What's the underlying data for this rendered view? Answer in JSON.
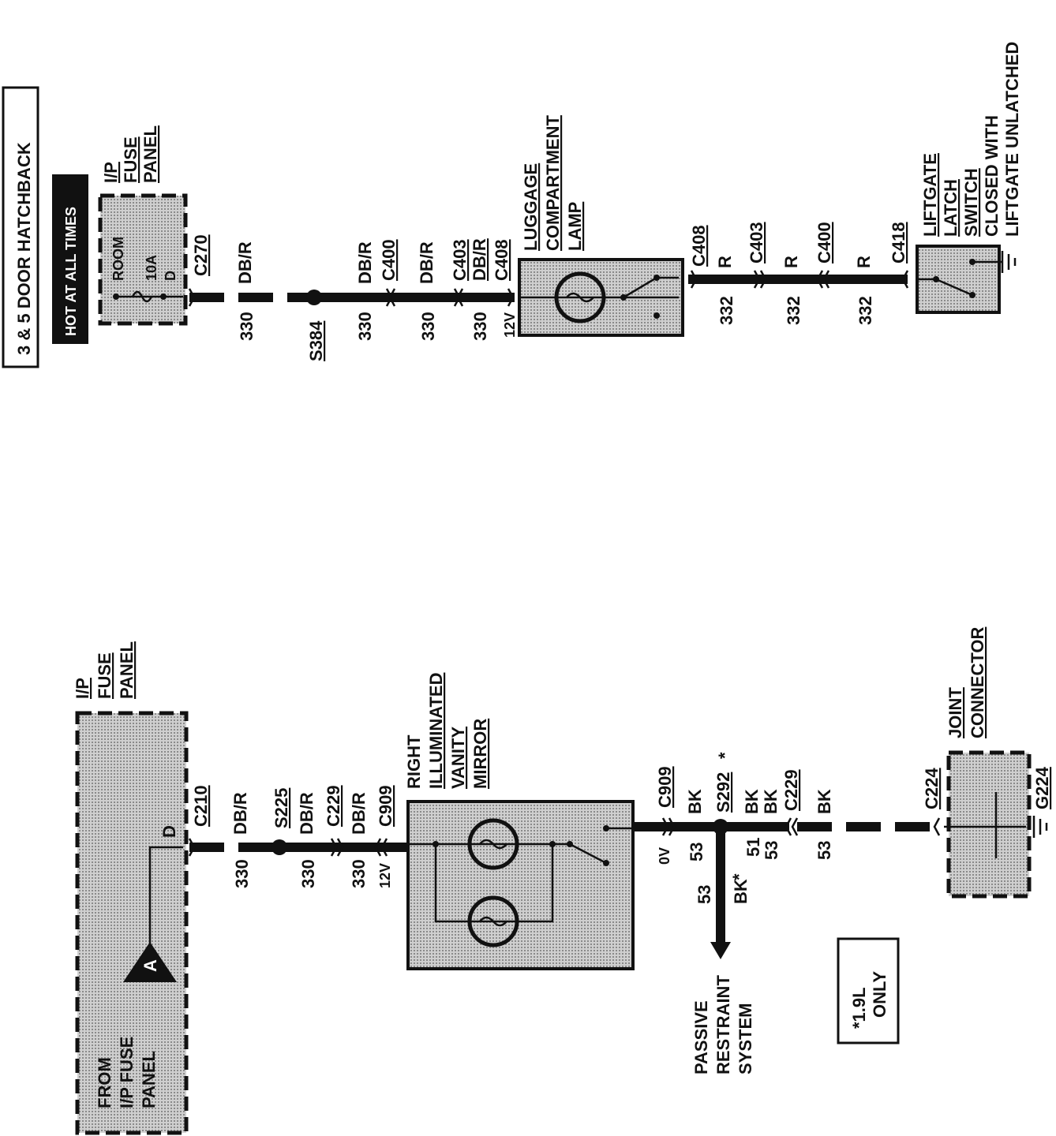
{
  "header": {
    "title": "3 & 5 DOOR HATCHBACK",
    "hot_label": "HOT AT ALL TIMES"
  },
  "top_circuit": {
    "fuse_panel": {
      "line1": "I/P",
      "line2": "FUSE",
      "line3": "PANEL",
      "fuse_name": "ROOM",
      "fuse_rating": "10A",
      "fuse_pin": "D"
    },
    "segments": [
      {
        "connector": "C270",
        "color": "DB/R",
        "circuit": "330"
      },
      {
        "splice": "S384",
        "color": "DB/R",
        "connector": "C400",
        "circuit": "330"
      },
      {
        "color": "DB/R",
        "connector": "C403",
        "circuit": "330"
      },
      {
        "color": "DB/R",
        "connector": "C408",
        "circuit": "330",
        "voltage": "12V"
      }
    ],
    "lamp": {
      "line1": "LUGGAGE",
      "line2": "COMPARTMENT",
      "line3": "LAMP"
    },
    "return_segments": [
      {
        "connector": "C408",
        "color": "R",
        "circuit": "332"
      },
      {
        "connector": "C403",
        "color": "R",
        "circuit": "332"
      },
      {
        "connector": "C400",
        "color": "R",
        "circuit": "332"
      },
      {
        "connector": "C418"
      }
    ],
    "switch": {
      "line1": "LIFTGATE",
      "line2": "LATCH",
      "line3": "SWITCH",
      "line4": "CLOSED WITH",
      "line5": "LIFTGATE UNLATCHED"
    }
  },
  "bottom_circuit": {
    "from_panel": {
      "line1": "FROM",
      "line2": "I/P FUSE",
      "line3": "PANEL",
      "ref": "A",
      "pin": "D"
    },
    "fuse_panel": {
      "line1": "I/P",
      "line2": "FUSE",
      "line3": "PANEL"
    },
    "segments": [
      {
        "connector": "C210",
        "color": "DB/R",
        "circuit": "330"
      },
      {
        "splice": "S225",
        "color": "DB/R",
        "circuit": "330"
      },
      {
        "connector": "C229",
        "color": "DB/R",
        "circuit": "330"
      },
      {
        "connector": "C909",
        "voltage": "12V"
      }
    ],
    "mirror": {
      "line1": "RIGHT",
      "line2": "ILLUMINATED",
      "line3": "VANITY",
      "line4": "MIRROR"
    },
    "ground_path": {
      "c909": "C909",
      "v0": "0V",
      "bk1": "BK",
      "c53a": "53",
      "splice": "S292",
      "star": "*",
      "bk2": "BK",
      "bk3": "BK",
      "c51": "51",
      "c53b": "53",
      "bkstar": "BK",
      "dot": "•",
      "c229": "C229",
      "bk4": "BK",
      "c53c": "53",
      "c224": "C224",
      "g224": "G224"
    },
    "passive": {
      "circuit": "53",
      "color": "BK",
      "star": "*",
      "line1": "PASSIVE",
      "line2": "RESTRAINT",
      "line3": "SYSTEM"
    },
    "joint": {
      "line1": "JOINT",
      "line2": "CONNECTOR"
    },
    "note": {
      "line1": "*1.9L",
      "line2": "ONLY"
    }
  },
  "colors": {
    "ink": "#111111",
    "shade": "#bdbdbd"
  }
}
